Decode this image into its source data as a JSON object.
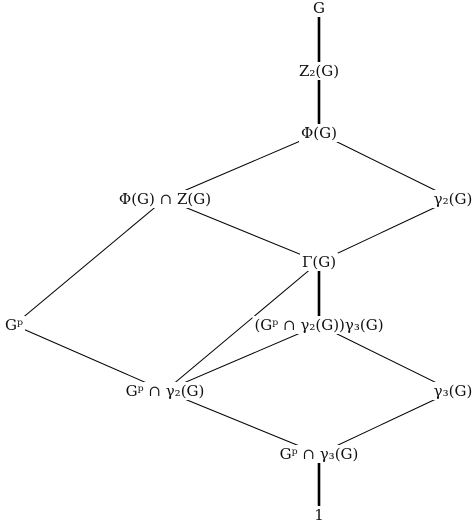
{
  "diagram": {
    "nodes": [
      {
        "id": "G",
        "label": "G"
      },
      {
        "id": "Z2",
        "label": "Z₂(G)"
      },
      {
        "id": "Phi",
        "label": "Φ(G)"
      },
      {
        "id": "PhiZ",
        "label": "Φ(G) ∩ Z(G)"
      },
      {
        "id": "gamma2",
        "label": "γ₂(G)"
      },
      {
        "id": "Gamma",
        "label": "Γ(G)"
      },
      {
        "id": "Gp",
        "label": "Gᵖ"
      },
      {
        "id": "Gpg2g3",
        "label": "(Gᵖ ∩ γ₂(G))γ₃(G)"
      },
      {
        "id": "Gpg2",
        "label": "Gᵖ ∩ γ₂(G)"
      },
      {
        "id": "gamma3",
        "label": "γ₃(G)"
      },
      {
        "id": "Gpg3",
        "label": "Gᵖ ∩ γ₃(G)"
      },
      {
        "id": "one",
        "label": "1"
      }
    ],
    "edges": [
      {
        "from": "G",
        "to": "Z2",
        "style": "thick"
      },
      {
        "from": "Z2",
        "to": "Phi",
        "style": "thick"
      },
      {
        "from": "Phi",
        "to": "PhiZ",
        "style": "thin"
      },
      {
        "from": "Phi",
        "to": "gamma2",
        "style": "thin"
      },
      {
        "from": "PhiZ",
        "to": "Gamma",
        "style": "thin"
      },
      {
        "from": "gamma2",
        "to": "Gamma",
        "style": "thin"
      },
      {
        "from": "PhiZ",
        "to": "Gp",
        "style": "thin"
      },
      {
        "from": "Gamma",
        "to": "Gpg2g3",
        "style": "thick"
      },
      {
        "from": "Gamma",
        "to": "Gpg2",
        "style": "thin"
      },
      {
        "from": "Gp",
        "to": "Gpg2",
        "style": "thin"
      },
      {
        "from": "Gpg2g3",
        "to": "Gpg2",
        "style": "thin"
      },
      {
        "from": "Gpg2g3",
        "to": "gamma3",
        "style": "thin"
      },
      {
        "from": "Gpg2",
        "to": "Gpg3",
        "style": "thin"
      },
      {
        "from": "gamma3",
        "to": "Gpg3",
        "style": "thin"
      },
      {
        "from": "Gpg3",
        "to": "one",
        "style": "thick"
      }
    ]
  }
}
